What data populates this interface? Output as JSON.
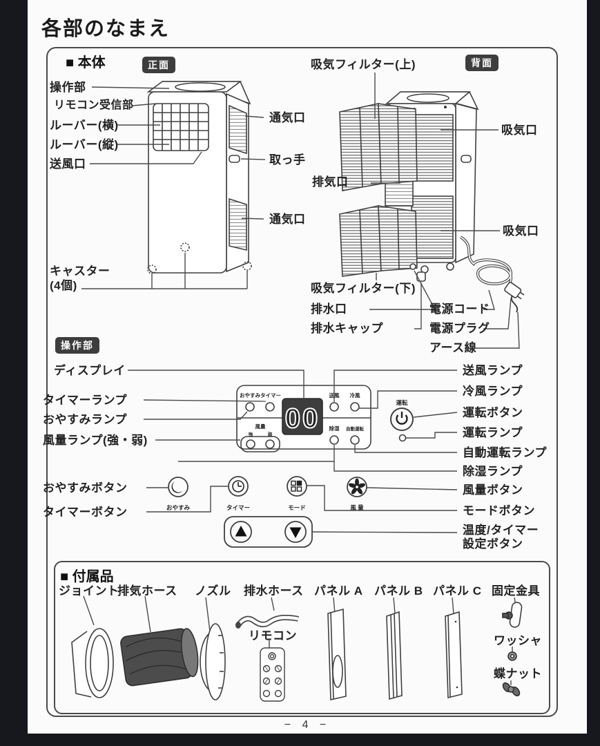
{
  "page": {
    "title": "各部のなまえ",
    "page_number": "− 4 −"
  },
  "body_section": {
    "heading": "■ 本体",
    "front_badge": "正面",
    "back_badge": "背面",
    "front": {
      "control_section": "操作部",
      "remote_receiver": "リモコン受信部",
      "louver_horizontal": "ルーバー(横)",
      "louver_vertical": "ルーバー(縦)",
      "air_outlet": "送風口",
      "caster": "キャスター",
      "caster_count": "(4個)",
      "vent_top": "通気口",
      "handle": "取っ手",
      "vent_bottom": "通気口"
    },
    "back": {
      "intake_filter_top": "吸気フィルター(上)",
      "intake_top": "吸気口",
      "exhaust_outlet": "排気口",
      "intake_bottom": "吸気口",
      "intake_filter_bottom": "吸気フィルター(下)",
      "drain_outlet": "排水口",
      "drain_cap": "排水キャップ",
      "power_cord": "電源コード",
      "power_plug": "電源プラグ",
      "earth_wire": "アース線"
    }
  },
  "control_panel": {
    "badge": "操作部",
    "left_labels": {
      "display": "ディスプレイ",
      "timer_lamp": "タイマーランプ",
      "sleep_lamp": "おやすみランプ",
      "fan_lamp": "風量ランプ(強・弱)",
      "sleep_button": "おやすみボタン",
      "timer_button": "タイマーボタン"
    },
    "right_labels": {
      "blow_lamp": "送風ランプ",
      "cool_lamp": "冷風ランプ",
      "power_button": "運転ボタン",
      "power_lamp": "運転ランプ",
      "auto_lamp": "自動運転ランプ",
      "dehumidify_lamp": "除湿ランプ",
      "fan_button": "風量ボタン",
      "mode_button": "モードボタン",
      "temp_button_line1": "温度/タイマー",
      "temp_button_line2": "設定ボタン"
    },
    "panel": {
      "sleep": "おやすみ",
      "timer": "タイマー",
      "blow": "送風",
      "cool": "冷風",
      "fan": "風量",
      "strong": "強",
      "weak": "弱",
      "dehumidify": "除湿",
      "auto": "自動運転",
      "run": "運転",
      "display_value": "00",
      "btn_sleep": "おやすみ",
      "btn_timer": "タイマー",
      "btn_mode": "モード",
      "btn_fan": "風 量"
    }
  },
  "accessories": {
    "heading": "■ 付属品",
    "joint": "ジョイント",
    "exhaust_hose": "排気ホース",
    "nozzle": "ノズル",
    "drain_hose": "排水ホース",
    "remote": "リモコン",
    "panel_a": "パネル A",
    "panel_b": "パネル B",
    "panel_c": "パネル C",
    "bracket": "固定金具",
    "washer": "ワッシャ",
    "wing_nut": "蝶ナット"
  }
}
